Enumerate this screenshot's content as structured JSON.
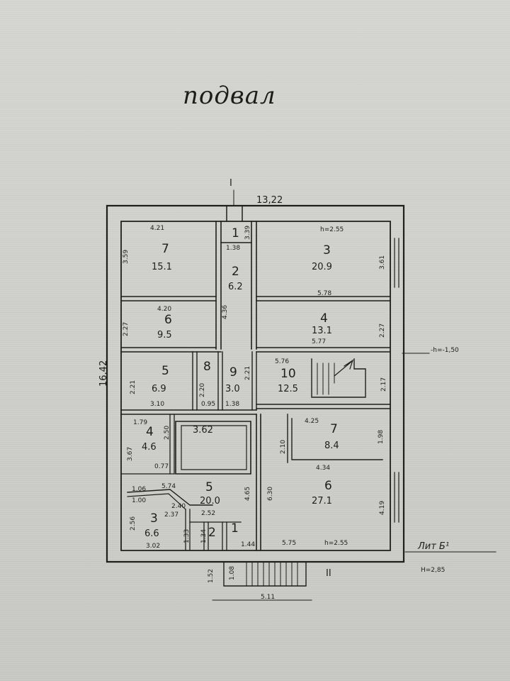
{
  "title": "подвал",
  "section_marks": {
    "top": "I",
    "bottom": "II"
  },
  "overall": {
    "width": "13,22",
    "height": "16,42",
    "stair_width": "5.11",
    "stair_depth": "1.52"
  },
  "lit": {
    "name": "Лит Б¹",
    "height": "H=2,85"
  },
  "level_mark": "-h=-1,50",
  "rooms": [
    {
      "id": "r7a",
      "num": "7",
      "area": "15.1"
    },
    {
      "id": "r1a",
      "num": "1",
      "area": ""
    },
    {
      "id": "r2a",
      "num": "2",
      "area": "6.2"
    },
    {
      "id": "r3a",
      "num": "3",
      "area": "20.9"
    },
    {
      "id": "r6a",
      "num": "6",
      "area": "9.5"
    },
    {
      "id": "r4a",
      "num": "4",
      "area": "13.1"
    },
    {
      "id": "r5a",
      "num": "5",
      "area": "6.9"
    },
    {
      "id": "r8a",
      "num": "8",
      "area": ""
    },
    {
      "id": "r9a",
      "num": "9",
      "area": "3.0"
    },
    {
      "id": "r10a",
      "num": "10",
      "area": "12.5"
    },
    {
      "id": "r4b",
      "num": "4",
      "area": "4.6"
    },
    {
      "id": "r7b",
      "num": "7",
      "area": "8.4"
    },
    {
      "id": "r5b",
      "num": "5",
      "area": "20.0"
    },
    {
      "id": "r6b",
      "num": "6",
      "area": "27.1"
    },
    {
      "id": "r3b",
      "num": "3",
      "area": "6.6"
    },
    {
      "id": "r2b",
      "num": "2",
      "area": ""
    },
    {
      "id": "r1b",
      "num": "1",
      "area": ""
    }
  ],
  "dimensions": {
    "d421": "4.21",
    "d359": "3.59",
    "d138t": "1.38",
    "d339": "3.39",
    "h255t": "h=2.55",
    "d361": "3.61",
    "d420": "4.20",
    "d227l": "2.27",
    "d436": "4.36",
    "d578": "5.78",
    "d577": "5.77",
    "d227r": "2.27",
    "d221l": "2.21",
    "d310": "3.10",
    "d220": "2.20",
    "d095": "0.95",
    "d221c": "2.21",
    "d138m": "1.38",
    "d576": "5.76",
    "d217": "2.17",
    "d179": "1.79",
    "d250": "2.50",
    "d362": "3.62",
    "d425": "4.25",
    "d198": "1.98",
    "d210": "2.10",
    "d434": "4.34",
    "d367": "3.67",
    "d077": "0.77",
    "d574": "5.74",
    "d465": "4.65",
    "d630": "6.30",
    "d106": "1.06",
    "d100": "1.00",
    "d240": "2.40",
    "d237": "2.37",
    "d252": "2.52",
    "d256": "2.56",
    "d302": "3.02",
    "d133": "1.33",
    "d134": "1.34",
    "d144": "1.44",
    "d575": "5.75",
    "h255b": "h=2.55",
    "d419": "4.19",
    "d108": "1.08"
  }
}
